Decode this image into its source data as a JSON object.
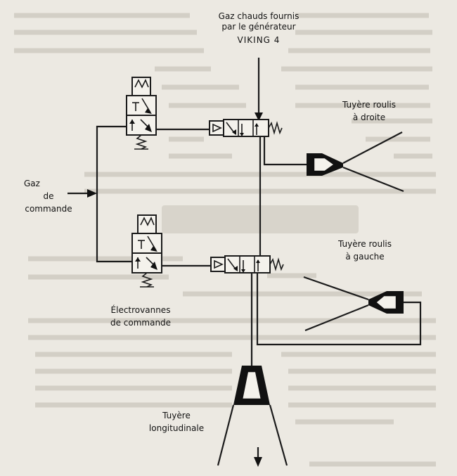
{
  "labels": {
    "source_line1": "Gaz chauds fournis",
    "source_line2": "par le générateur",
    "source_line3": "VIKING 4",
    "roll_right_line1": "Tuyère roulis",
    "roll_right_line2": "à droite",
    "roll_left_line1": "Tuyère roulis",
    "roll_left_line2": "à gauche",
    "control_gas_line1": "Gaz",
    "control_gas_line2": "de",
    "control_gas_line3": "commande",
    "valves_line1": "Électrovannes",
    "valves_line2": "de commande",
    "longitudinal_line1": "Tuyère",
    "longitudinal_line2": "longitudinale"
  },
  "colors": {
    "background": "#ece9e2",
    "ink": "#111111",
    "bleed_through_text": "#d3cfc6"
  }
}
